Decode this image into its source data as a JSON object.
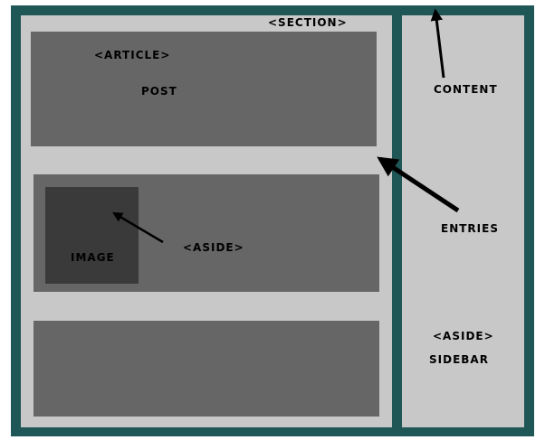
{
  "colors": {
    "frame": "#1f5656",
    "panel": "#c8c8c8",
    "block": "#666666",
    "image_box": "#3a3a3a",
    "text": "#000000"
  },
  "labels": {
    "section": "<SECTION>",
    "article": "<ARTICLE>",
    "post": "POST",
    "image": "IMAGE",
    "aside_inner": "<ASIDE>",
    "content": "CONTENT",
    "entries": "ENTRIES",
    "aside_sidebar": "<ASIDE>",
    "sidebar": "SIDEBAR"
  },
  "arrows": [
    "content-arrow",
    "entries-arrow",
    "image-arrow"
  ]
}
